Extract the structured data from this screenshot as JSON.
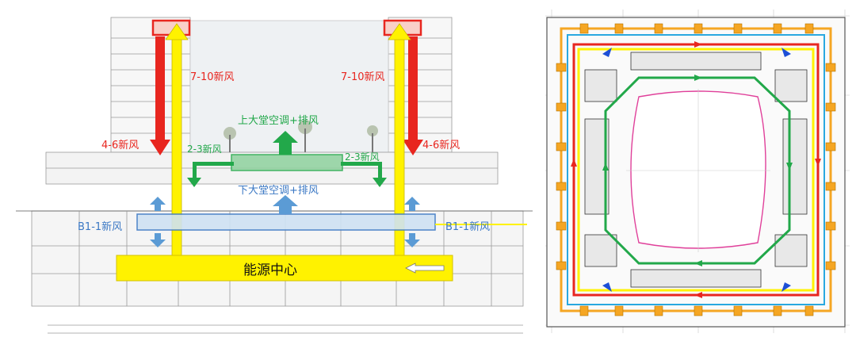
{
  "section": {
    "label_7_10_left": "7-10新风",
    "label_7_10_right": "7-10新风",
    "label_4_6_left": "4-6新风",
    "label_4_6_right": "4-6新风",
    "label_2_3_left": "2-3新风",
    "label_2_3_right": "2-3新风",
    "label_upper_lobby": "上大堂空调+排风",
    "label_lower_lobby": "下大堂空调+排风",
    "label_b1_left": "B1-1新风",
    "label_b1_right": "B1-1新风",
    "label_energy_center": "能源中心"
  },
  "colors": {
    "fresh_air_red": "#e8261f",
    "supply_yellow": "#fff200",
    "lobby_green": "#22a84a",
    "basement_blue": "#5b9bd5",
    "plan_cyan": "#29a8e0",
    "plan_orange": "#f5a623",
    "plan_pink": "#e0409a"
  },
  "plan": {
    "grid": "square office floor plan with central atrium",
    "flows": [
      "red outer loop",
      "yellow outer loop",
      "cyan perimeter",
      "green inner loop"
    ]
  }
}
